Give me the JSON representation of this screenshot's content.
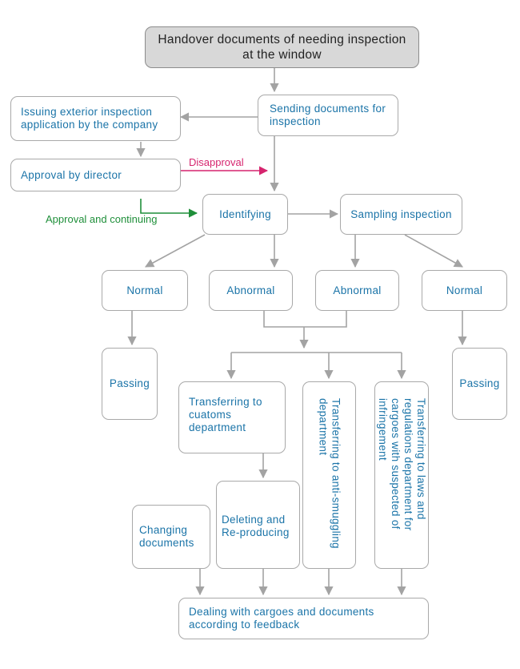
{
  "nodes": {
    "handover": "Handover documents of needing inspection at the window",
    "sending": "Sending documents for inspection",
    "issuing": "Issuing exterior inspection application by  the company",
    "approval": "Approval by director",
    "identifying": "Identifying",
    "sampling": "Sampling inspection",
    "normal_left": "Normal",
    "abnormal_left": "Abnormal",
    "abnormal_right": "Abnormal",
    "normal_right": "Normal",
    "passing_left": "Passing",
    "passing_right": "Passing",
    "customs": "Transferring to cuatoms department",
    "anti_smuggling": "Transferring to anti-smuggling department",
    "laws": "Transferring to laws and regulations department for cargoes with suspected of infringement",
    "deleting": "Deleting and Re-producing",
    "changing": "Changing documents",
    "dealing": "Dealing with cargoes and documents according to feedback"
  },
  "labels": {
    "disapproval": "Disapproval",
    "approval_continuing": "Approval and continuing"
  },
  "colors": {
    "text": "#1b74a8",
    "border": "#a9a9a9",
    "connector": "#a3a3a3",
    "header_fill": "#d8d8d8",
    "disapproval": "#d6246e",
    "approval": "#1f8f3a"
  }
}
